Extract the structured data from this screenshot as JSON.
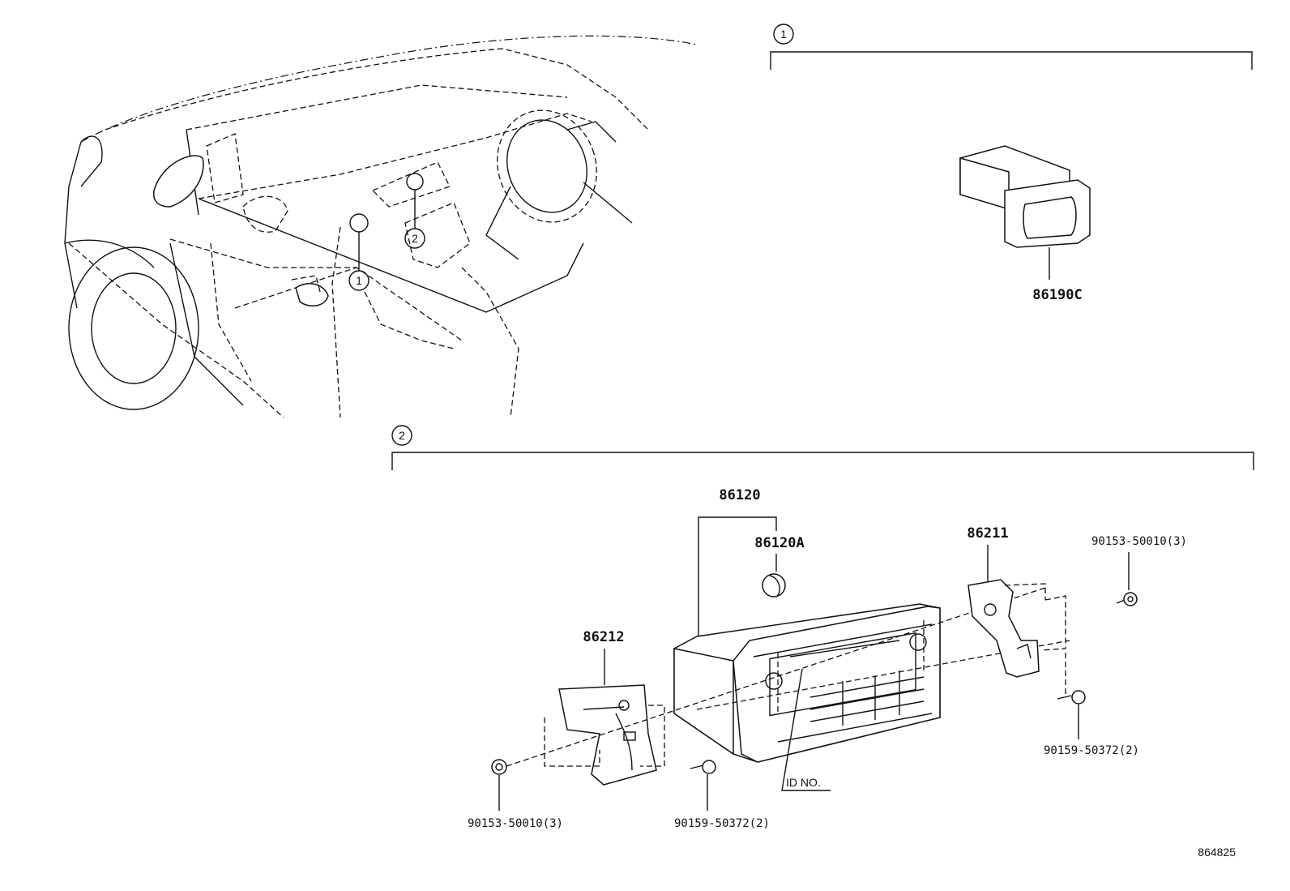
{
  "callouts": {
    "area_1": "1",
    "area_2": "2"
  },
  "parts": {
    "switch": "86190C",
    "radio_assy": "86120",
    "radio_sub": "86120A",
    "bracket_right": "86211",
    "bracket_left": "86212",
    "bolt_right_top": "90153-50010(3)",
    "screw_right_bottom": "90159-50372(2)",
    "bolt_left": "90153-50010(3)",
    "screw_left": "90159-50372(2)",
    "id_label": "ID NO."
  },
  "diagram_id": "864825",
  "colors": {
    "ink": "#111111",
    "paper": "#ffffff"
  }
}
